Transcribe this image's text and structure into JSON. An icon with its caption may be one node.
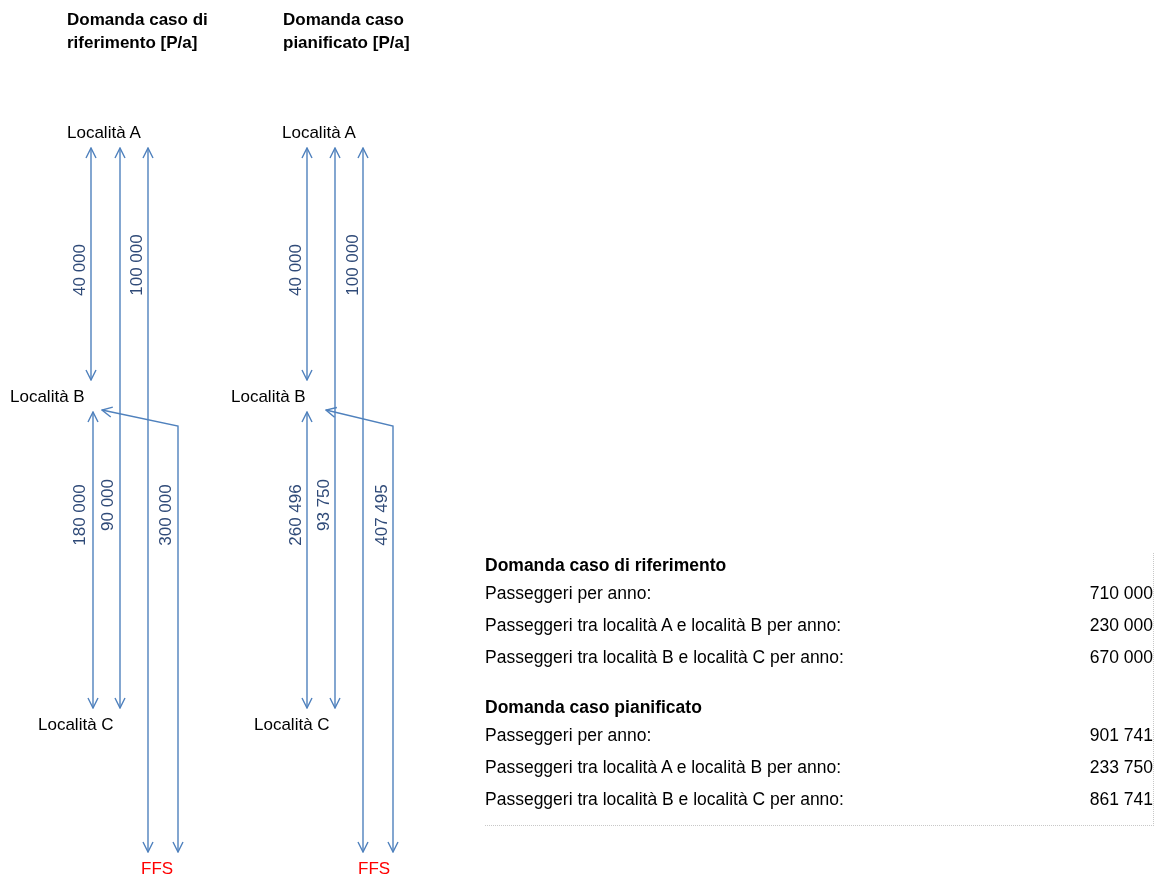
{
  "diagram": {
    "nodes": [
      {
        "text": [
          "Località A"
        ]
      },
      {
        "text": [
          "Località B"
        ]
      },
      {
        "text": [
          "Località C"
        ]
      },
      {
        "text": [
          "FFS"
        ]
      },
      {
        "text": [
          "Località A"
        ]
      },
      {
        "text": [
          "Località B"
        ]
      },
      {
        "text": [
          "Località C"
        ]
      },
      {
        "text": [
          "FFS"
        ]
      }
    ],
    "edges": [
      {
        "from": 0,
        "to": 1,
        "arrow": "both",
        "label": "40 000"
      },
      {
        "from": 0,
        "to": 2,
        "arrow": "both",
        "label": "90 000"
      },
      {
        "from": 0,
        "to": 3,
        "arrow": "both",
        "label": "100 000"
      },
      {
        "from": 1,
        "to": 2,
        "arrow": "both",
        "label": "180 000"
      },
      {
        "from": 1,
        "to": 3,
        "arrow": "both",
        "label": "300 000"
      },
      {
        "from": 4,
        "to": 5,
        "arrow": "both",
        "label": "40 000"
      },
      {
        "from": 4,
        "to": 6,
        "arrow": "both",
        "label": "93 750"
      },
      {
        "from": 4,
        "to": 7,
        "arrow": "both",
        "label": "100 000"
      },
      {
        "from": 5,
        "to": 6,
        "arrow": "both",
        "label": "260 496"
      },
      {
        "from": 5,
        "to": 7,
        "arrow": "both",
        "label": "407 495"
      }
    ],
    "labels": [
      "Domanda caso di riferimento [P/a]",
      "Domanda caso pianificato [P/a]",
      "Domanda caso di riferimento",
      "Passeggeri per anno:",
      "710 000",
      "Passeggeri tra località A e località B per anno:",
      "230 000",
      "Passeggeri tra località B e località C per anno:",
      "670 000",
      "Domanda caso pianificato",
      "Passeggeri per anno:",
      "901 741",
      "Passeggeri tra località A e località B per anno:",
      "233 750",
      "Passeggeri tra località B e località C per anno:",
      "861 741"
    ]
  }
}
